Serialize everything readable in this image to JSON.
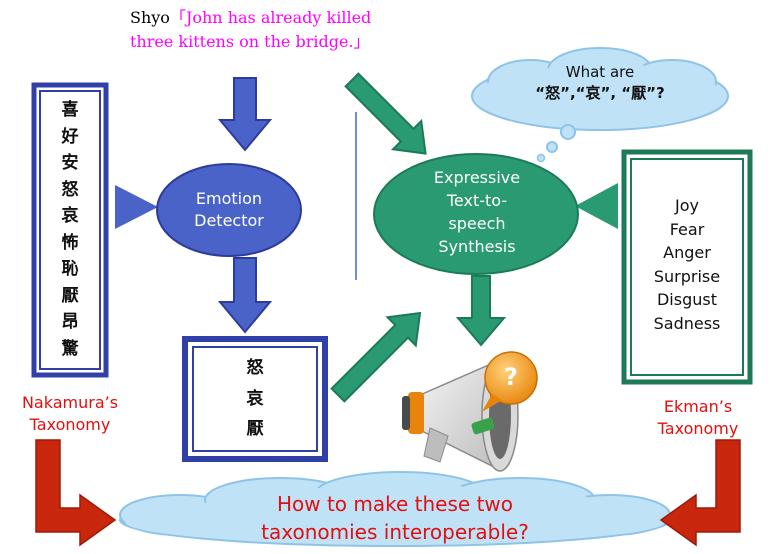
{
  "input_sentence": {
    "speaker": "Shyo",
    "open_quote": "「",
    "line1": "John has already killed",
    "line2": "three kittens on the bridge.",
    "close_quote": "」"
  },
  "nakamura_box": {
    "items": [
      "喜",
      "好",
      "安",
      "怒",
      "哀",
      "怖",
      "恥",
      "厭",
      "昂",
      "驚"
    ],
    "caption_line1": "Nakamura’s",
    "caption_line2": "Taxonomy"
  },
  "emotion_detector": {
    "line1": "Emotion",
    "line2": "Detector"
  },
  "detected_box": {
    "items": [
      "怒",
      "哀",
      "厭"
    ]
  },
  "tts": {
    "line1": "Expressive",
    "line2": "Text-to-",
    "line3": "speech",
    "line4": "Synthesis"
  },
  "thought_bubble": {
    "line1": "What are",
    "line2": "“怒”,“哀”, “厭”?"
  },
  "ekman_box": {
    "items": [
      "Joy",
      "Fear",
      "Anger",
      "Surprise",
      "Disgust",
      "Sadness"
    ],
    "caption_line1": "Ekman’s",
    "caption_line2": "Taxonomy"
  },
  "question_cloud": {
    "line1": "How to make these two",
    "line2": "taxonomies interoperable?"
  },
  "megaphone": {
    "badge": "?"
  },
  "colors": {
    "magenta": "#ff00ff",
    "blue_fill": "#4a63c8",
    "blue_dark": "#2d3b9c",
    "blue_border": "#3040a8",
    "green": "#2a9a73",
    "green_dark": "#1c7a56",
    "red_arrow": "#c9260e",
    "red_text": "#e01010",
    "cloud_fill": "#bfe2f7",
    "cloud_stroke": "#8ec4e8",
    "orange": "#f39a1c"
  }
}
